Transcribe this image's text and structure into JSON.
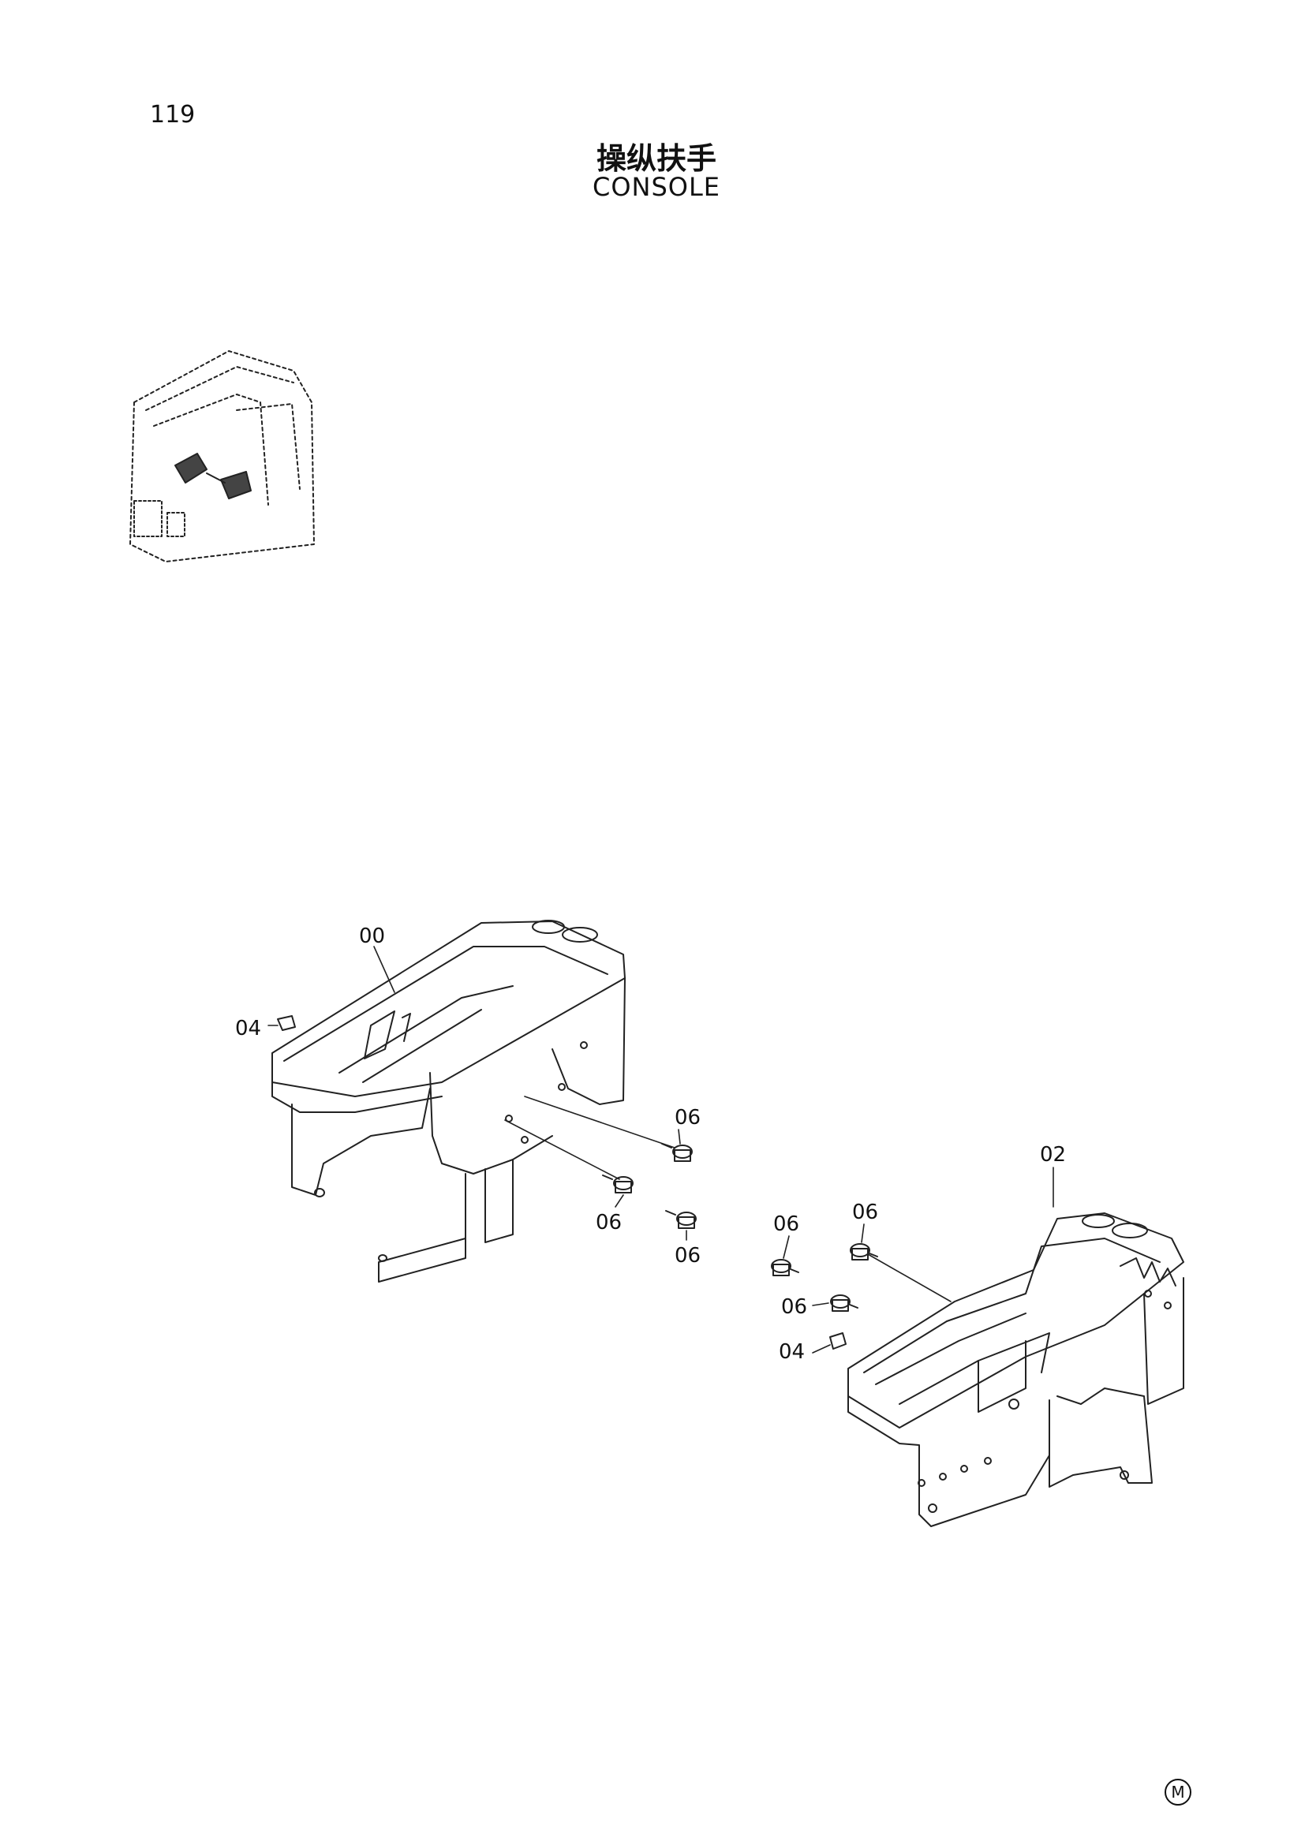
{
  "page": {
    "number": "119"
  },
  "title": {
    "chinese": "操纵扶手",
    "english": "CONSOLE"
  },
  "callouts": {
    "left_frame": "00",
    "left_bracket": "04",
    "left_bolt_upper": "06",
    "left_bolt_middle": "06",
    "left_bolt_lower": "06",
    "right_frame": "02",
    "right_bolt_a": "06",
    "right_bolt_b": "06",
    "right_bolt_c": "06",
    "right_bracket": "04"
  },
  "corner_mark": "M"
}
